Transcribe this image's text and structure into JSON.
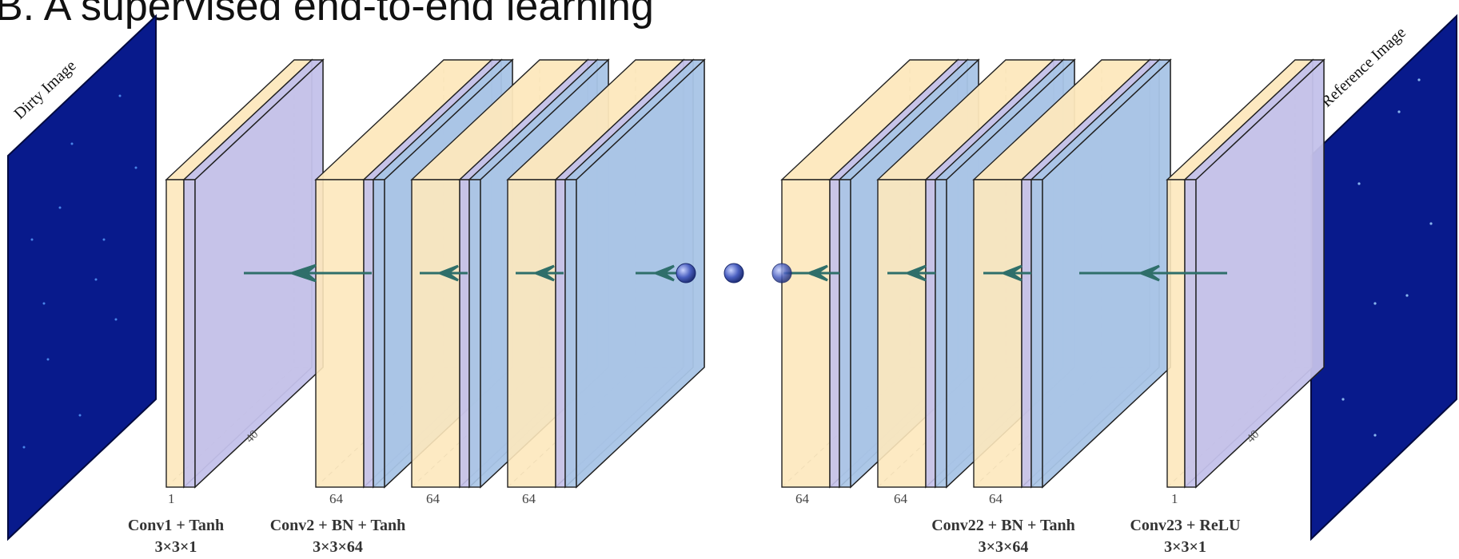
{
  "title": "B. A supervised end-to-end learning",
  "images": {
    "input": "Dirty Image",
    "output": "Reference Image"
  },
  "channel_labels": [
    "1",
    "64",
    "64",
    "64",
    "64",
    "64",
    "64",
    "1"
  ],
  "depth_label": "40",
  "layer_labels": [
    {
      "name": "Conv1 + Tanh",
      "kernel": "3×3×1"
    },
    {
      "name": "Conv2 + BN + Tanh",
      "kernel": "3×3×64"
    },
    {
      "name": "Conv22 + BN + Tanh",
      "kernel": "3×3×64"
    },
    {
      "name": "Conv23 + ReLU",
      "kernel": "3×3×1"
    }
  ],
  "colors": {
    "image_bg": "#081a8c",
    "feature_beige": "#fde8bd",
    "feature_purple": "#c3c0ea",
    "feature_blue": "#a8c4e6",
    "arrow": "#2f6f6a",
    "sphere": "#3c54b0"
  }
}
